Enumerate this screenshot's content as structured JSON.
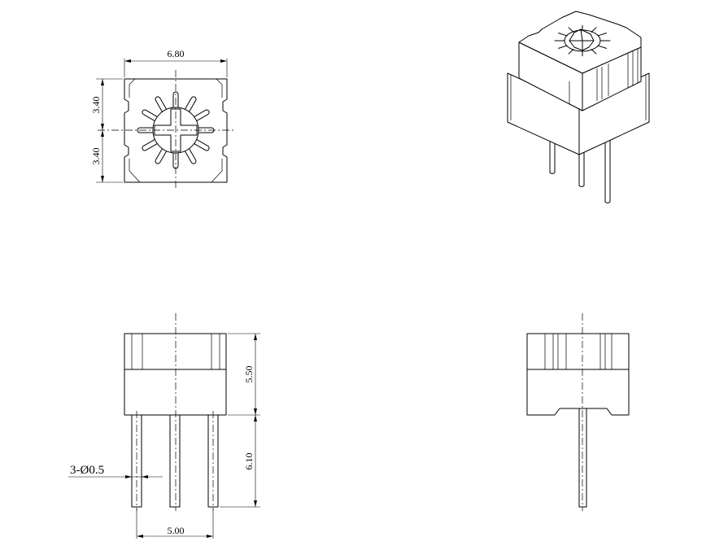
{
  "dimensions": {
    "top_width": "6.80",
    "top_upper_height": "3.40",
    "top_lower_height": "3.40",
    "body_height": "5.50",
    "pin_length": "6.10",
    "pin_pitch": "5.00",
    "pin_diameter": "3-Ø0.5"
  }
}
